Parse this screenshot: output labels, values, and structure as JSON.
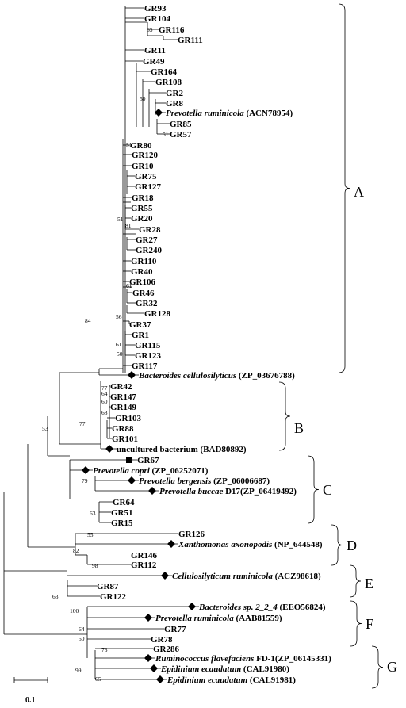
{
  "tree": {
    "leaves": [
      {
        "label": "GR93"
      },
      {
        "label": "GR104"
      },
      {
        "label": "GR116"
      },
      {
        "label": "GR111"
      },
      {
        "label": "GR11"
      },
      {
        "label": "GR49"
      },
      {
        "label": "GR164"
      },
      {
        "label": "GR108"
      },
      {
        "label": "GR2"
      },
      {
        "label": "GR8"
      },
      {
        "species": "Prevotella ruminicola",
        "suffix": "(ACN78954)",
        "marker": "diamond"
      },
      {
        "label": "GR85"
      },
      {
        "label": "GR57"
      },
      {
        "label": "GR80"
      },
      {
        "label": "GR120"
      },
      {
        "label": "GR10"
      },
      {
        "label": "GR75"
      },
      {
        "label": "GR127"
      },
      {
        "label": "GR18"
      },
      {
        "label": "GR55"
      },
      {
        "label": "GR20"
      },
      {
        "label": "GR28"
      },
      {
        "label": "GR27"
      },
      {
        "label": "GR240"
      },
      {
        "label": "GR110"
      },
      {
        "label": "GR40"
      },
      {
        "label": "GR106"
      },
      {
        "label": "GR46"
      },
      {
        "label": "GR32"
      },
      {
        "label": "GR128"
      },
      {
        "label": "GR37"
      },
      {
        "label": "GR1"
      },
      {
        "label": "GR115"
      },
      {
        "label": "GR123"
      },
      {
        "label": "GR117"
      },
      {
        "species": "Bacteroides cellulosilyticus",
        "suffix": "(ZP_03676788)",
        "marker": "diamond"
      },
      {
        "label": "GR42"
      },
      {
        "label": "GR147"
      },
      {
        "label": "GR149"
      },
      {
        "label": "GR103"
      },
      {
        "label": "GR88"
      },
      {
        "label": "GR101"
      },
      {
        "label": "uncultured bacterium (BAD80892)",
        "marker": "diamond"
      },
      {
        "label": "GR67",
        "marker": "square"
      },
      {
        "species": "Prevotella copri",
        "suffix": "(ZP_06252071)",
        "marker": "diamond"
      },
      {
        "species": "Prevotella bergensis",
        "suffix": "(ZP_06006687)",
        "marker": "diamond"
      },
      {
        "species": "Prevotella buccae",
        "suffix": "D17(ZP_06419492)",
        "marker": "diamond"
      },
      {
        "label": "GR64"
      },
      {
        "label": "GR51"
      },
      {
        "label": "GR15"
      },
      {
        "label": "GR126"
      },
      {
        "species": "Xanthomonas axonopodis",
        "suffix": "(NP_644548)",
        "marker": "diamond"
      },
      {
        "label": "GR146"
      },
      {
        "label": "GR112"
      },
      {
        "species": "Cellulosilyticum ruminicola",
        "suffix": "(ACZ98618)",
        "marker": "diamond"
      },
      {
        "label": "GR87"
      },
      {
        "label": "GR122"
      },
      {
        "species": "Bacteroides sp. 2_2_4",
        "suffix": "(EEO56824)",
        "marker": "diamond"
      },
      {
        "species": "Prevotella ruminicola",
        "suffix": "(AAB81559)",
        "marker": "diamond"
      },
      {
        "label": "GR77"
      },
      {
        "label": "GR78"
      },
      {
        "label": "GR286"
      },
      {
        "species": "Ruminococcus flavefaciens",
        "suffix": "FD-1(ZP_06145331)",
        "marker": "diamond"
      },
      {
        "species": "Epidinium ecaudatum",
        "suffix": "(CAL91980)",
        "marker": "diamond"
      },
      {
        "species": "Epidinium ecaudatum",
        "suffix": "(CAL91981)",
        "marker": "diamond"
      }
    ],
    "bootstrap": [
      "65",
      "50",
      "51",
      "51",
      "51",
      "81",
      "61",
      "56",
      "84",
      "61",
      "50",
      "77",
      "64",
      "60",
      "68",
      "77",
      "53",
      "79",
      "63",
      "55",
      "82",
      "98",
      "63",
      "100",
      "64",
      "50",
      "73",
      "99",
      "65"
    ],
    "groups": [
      "A",
      "B",
      "C",
      "D",
      "E",
      "F",
      "G"
    ],
    "scale_label": "0.1"
  }
}
